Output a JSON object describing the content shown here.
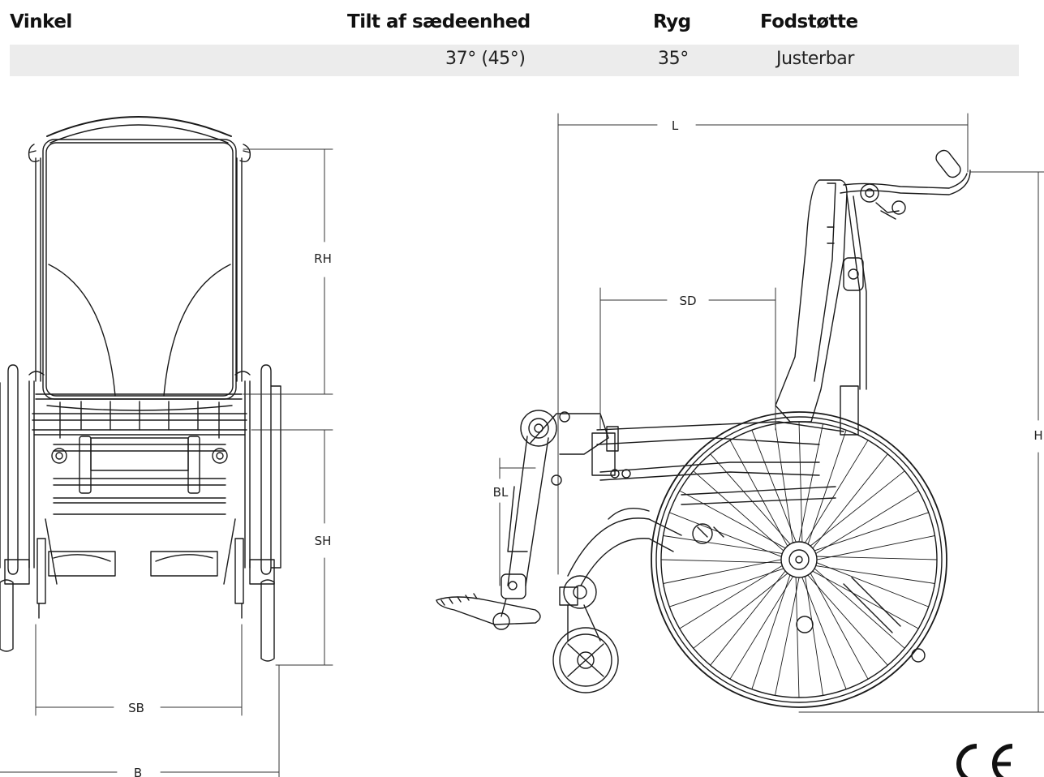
{
  "spec_table": {
    "headers": {
      "vinkel": "Vinkel",
      "tilt": "Tilt af sædeenhed",
      "ryg": "Ryg",
      "fodstotte": "Fodstøtte"
    },
    "row": {
      "tilt": "37° (45°)",
      "ryg": "35°",
      "fodstotte": "Justerbar"
    },
    "row_background": "#ececec"
  },
  "front_view": {
    "labels": {
      "rh": "RH",
      "sh": "SH",
      "sb": "SB",
      "b": "B"
    }
  },
  "side_view": {
    "labels": {
      "l": "L",
      "sd": "SD",
      "bl": "BL",
      "h": "H"
    }
  },
  "ce_mark": "CE",
  "colors": {
    "line": "#1a1a1a",
    "dim_line": "#333333"
  }
}
